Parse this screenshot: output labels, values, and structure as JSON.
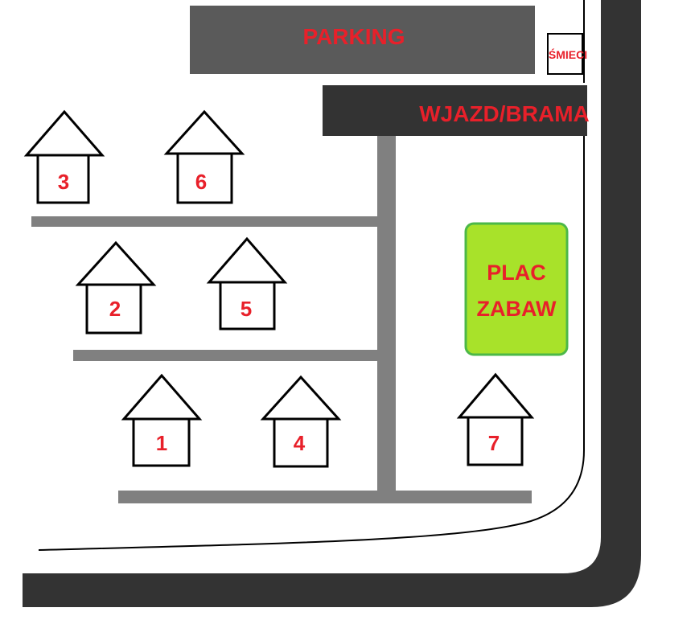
{
  "map": {
    "parking": {
      "label": "PARKING",
      "color": "#5a5a5a"
    },
    "trash": {
      "label": "ŚMIECI"
    },
    "gate": {
      "label": "WJAZD/BRAMA",
      "color": "#333333"
    },
    "playground": {
      "line1": "PLAC",
      "line2": "ZABAW",
      "fill": "#a8e22a",
      "stroke": "#4cb848"
    },
    "houses": [
      "1",
      "2",
      "3",
      "4",
      "5",
      "6",
      "7"
    ],
    "colors": {
      "label": "#e8202a",
      "internal_path": "#808080",
      "main_road": "#333333",
      "house_outline": "#000000"
    }
  }
}
